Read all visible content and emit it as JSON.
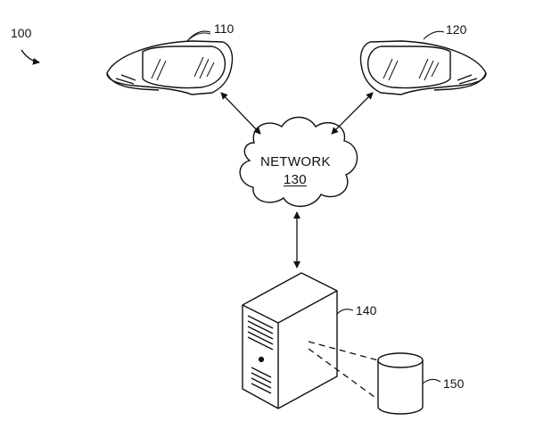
{
  "figure": {
    "ref": "100",
    "headsets": [
      {
        "ref": "110"
      },
      {
        "ref": "120"
      }
    ],
    "network": {
      "label": "NETWORK",
      "ref": "130"
    },
    "server": {
      "ref": "140"
    },
    "database": {
      "ref": "150"
    }
  },
  "colors": {
    "line": "#111111",
    "background": "#ffffff"
  }
}
